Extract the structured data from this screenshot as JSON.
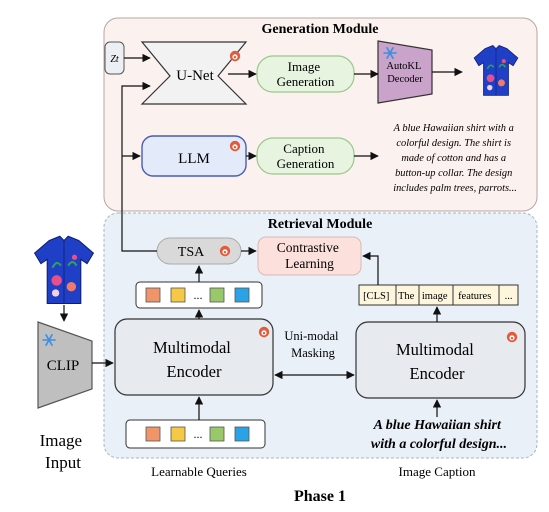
{
  "generation_module": {
    "title": "Generation Module",
    "zt_label": "Zt",
    "unet_label": "U-Net",
    "image_generation_lines": [
      "Image",
      "Generation"
    ],
    "autokl_lines": [
      "AutoKL",
      "Decoder"
    ],
    "llm_label": "LLM",
    "caption_generation_lines": [
      "Caption",
      "Generation"
    ],
    "generated_caption_lines": [
      "A blue Hawaiian shirt with a",
      "colorful design. The shirt is",
      "made of cotton and has a",
      "button-up collar. The design",
      "includes palm trees, parrots..."
    ]
  },
  "retrieval_module": {
    "title": "Retrieval Module",
    "tsa_label": "TSA",
    "contrastive_lines": [
      "Contrastive",
      "Learning"
    ],
    "token_labels": [
      "[CLS]",
      "The",
      "image",
      "features",
      "..."
    ],
    "dots": "...",
    "encoder_lines": [
      "Multimodal",
      "Encoder"
    ],
    "masking_lines": [
      "Uni-modal",
      "Masking"
    ],
    "caption_text_lines": [
      "A blue Hawaiian shirt",
      "with a colorful design..."
    ],
    "learnable_queries_label": "Learnable Queries",
    "image_caption_label": "Image Caption"
  },
  "clip_label": "CLIP",
  "image_input_lines": [
    "Image",
    "Input"
  ],
  "phase_label": "Phase 1",
  "colors": {
    "generation_bg": "#fbf1ee",
    "retrieval_bg": "#e9f0f8",
    "unet_fill": "#f2f2f2",
    "autokl_fill": "#c9a3c9",
    "llm_fill": "#e3ebfb",
    "llm_stroke": "#4a5bb8",
    "green_fill": "#e6f4e0",
    "green_stroke": "#9ac88a",
    "contrastive_fill": "#fbe0dc",
    "encoder_fill": "#e7eaee",
    "token_fill": "#fdf6dc",
    "query_colors": [
      "#f0956a",
      "#f6c944",
      "#98c86a",
      "#2aa3e6"
    ],
    "fire": "#e55a3a",
    "snow": "#3d8ee0",
    "shirt_blue": "#1f3fc7"
  },
  "icons": [
    "fire-icon",
    "snowflake-icon",
    "shirt-image"
  ]
}
